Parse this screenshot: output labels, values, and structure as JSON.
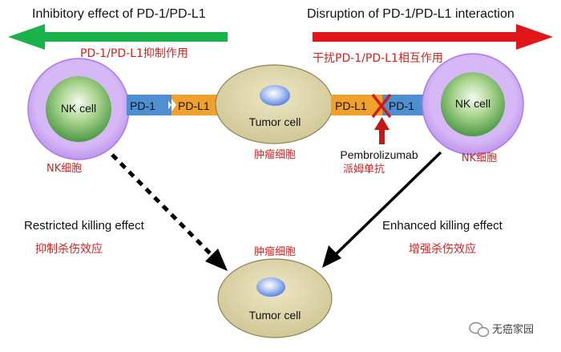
{
  "headers": {
    "left": {
      "title": "Inhibitory effect of PD-1/PD-L1",
      "subtitle": "PD-1/PD-L1抑制作用"
    },
    "right": {
      "title": "Disruption of PD-1/PD-L1 interaction",
      "subtitle": "干扰PD-1/PD-L1相互作用"
    }
  },
  "cells": {
    "nk_left": {
      "label": "NK cell",
      "caption": "NK细胞"
    },
    "nk_right": {
      "label": "NK cell",
      "caption": "NK细胞"
    },
    "tumor_top": {
      "label": "Tumor cell",
      "caption": "肿瘤细胞"
    },
    "tumor_bottom": {
      "label": "Tumor cell",
      "caption": "肿瘤细胞"
    }
  },
  "receptors": {
    "left_pd1": "PD-1",
    "left_pdl1": "PD-L1",
    "right_pdl1": "PD-L1",
    "right_pd1": "PD-1"
  },
  "drug": {
    "name": "Pembrolizumab",
    "name_cn": "派姆单抗"
  },
  "effects": {
    "restricted": {
      "label": "Restricted killing effect",
      "label_cn": "抑制杀伤效应"
    },
    "enhanced": {
      "label": "Enhanced killing effect",
      "label_cn": "增强杀伤效应"
    }
  },
  "watermark": {
    "text": "无癌家园",
    "icon": "wechat-icon"
  },
  "colors": {
    "green_arrow": "#19b24b",
    "red_arrow": "#e0161b",
    "pd1_blue": "#4d8fd1",
    "pdl1_orange": "#f0a12b",
    "nk_ring": "#c79ef2",
    "nk_core": "#3f9a3f",
    "tumor_fill": "#dcd5a7",
    "nucleus": "#5f88e8",
    "caption_red": "#d62020"
  }
}
